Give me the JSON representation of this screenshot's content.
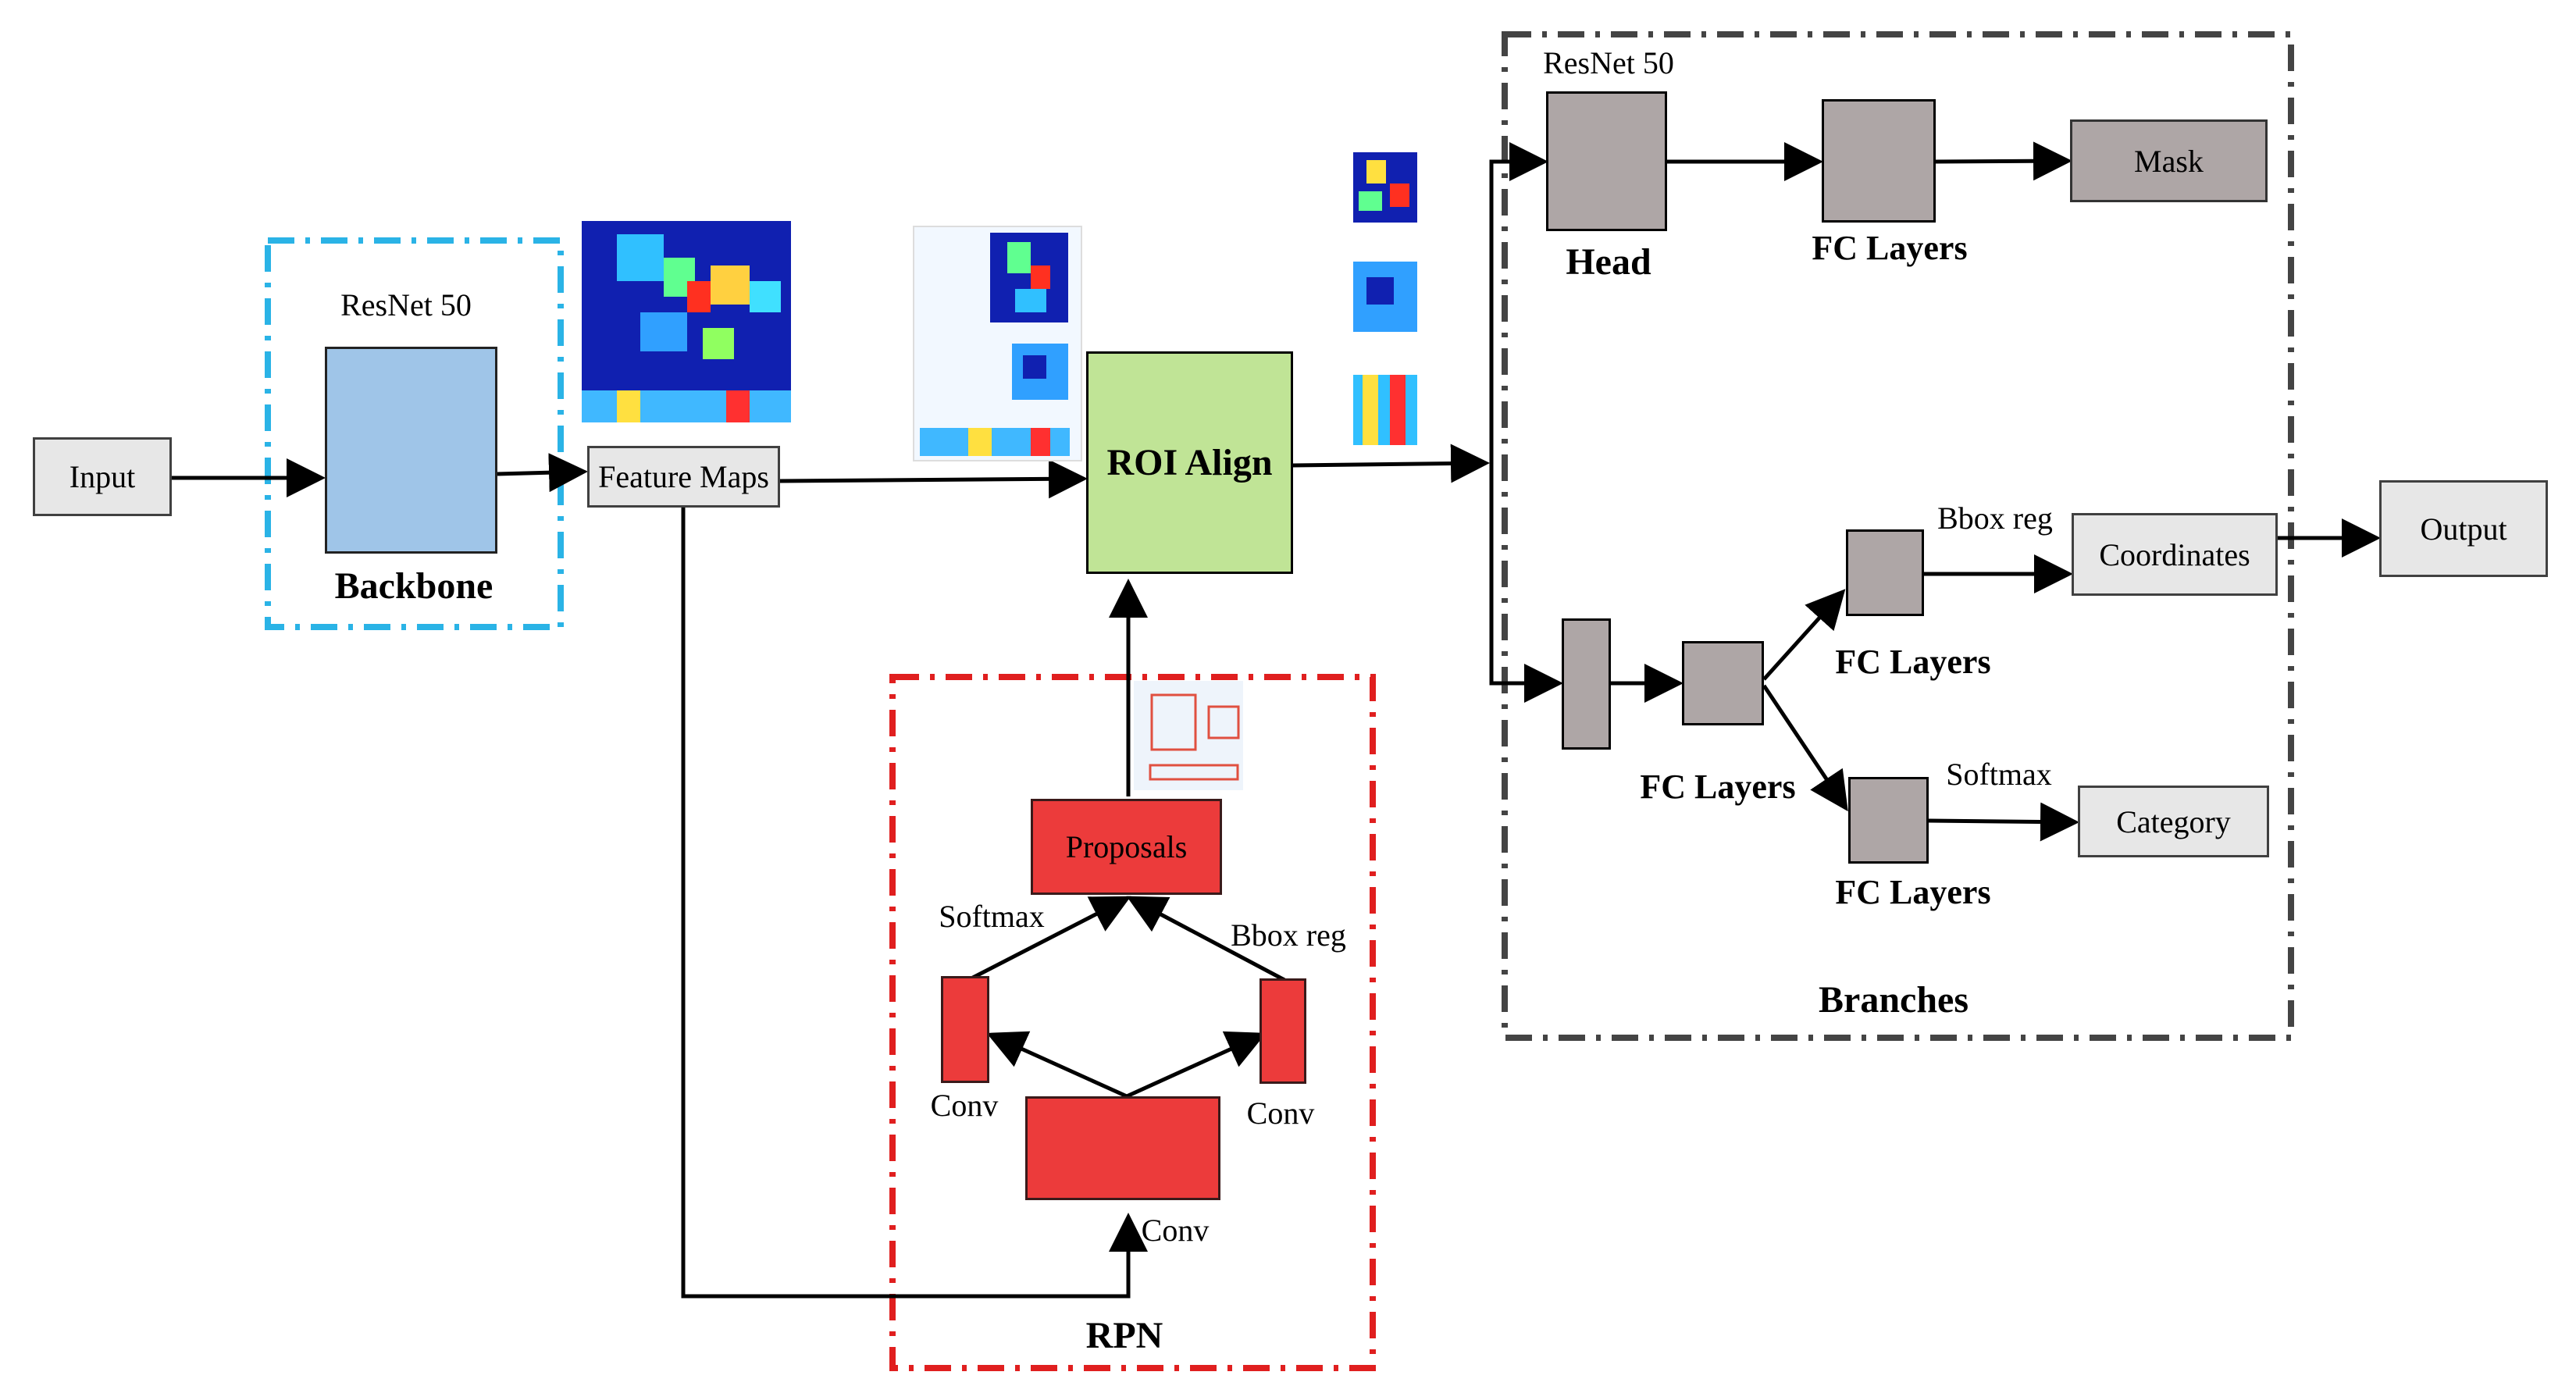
{
  "diagram": {
    "input_label": "Input",
    "output_label": "Output",
    "backbone": {
      "title": "Backbone",
      "model": "ResNet 50"
    },
    "feature_maps_label": "Feature Maps",
    "roi_align_label": "ROI Align",
    "rpn": {
      "title": "RPN",
      "proposals_label": "Proposals",
      "softmax_label": "Softmax",
      "bbox_reg_label": "Bbox reg",
      "conv_left_label": "Conv",
      "conv_right_label": "Conv",
      "conv_bottom_label": "Conv"
    },
    "branches": {
      "title": "Branches",
      "model": "ResNet 50",
      "head_label": "Head",
      "fc_top_label": "FC Layers",
      "mask_label": "Mask",
      "fc_mid_label": "FC Layers",
      "fc_upper_label": "FC Layers",
      "fc_lower_label": "FC Layers",
      "bbox_reg_label": "Bbox reg",
      "softmax_label": "Softmax",
      "coordinates_label": "Coordinates",
      "category_label": "Category"
    },
    "colors": {
      "backbone_frame": "#2ab3e6",
      "backbone_block": "#9fc5e8",
      "rpn_frame": "#e01f1f",
      "rpn_block": "#ec3b3b",
      "branches_frame": "#444444",
      "roi_align": "#c0e496",
      "gray_block": "#aea6a6",
      "io_box": "#e7e7e7"
    }
  }
}
